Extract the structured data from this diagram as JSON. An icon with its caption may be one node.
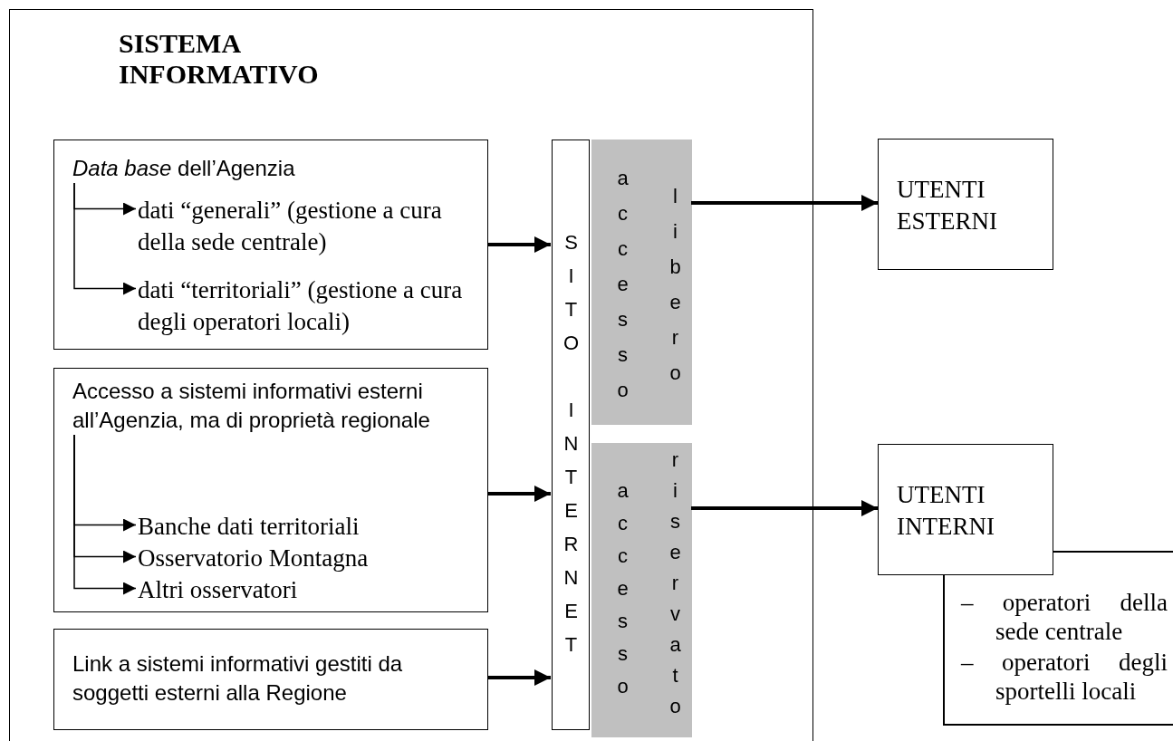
{
  "diagram": {
    "nodes": [
      {
        "text": [
          "SISTEMA INFORMATIVO"
        ]
      },
      {
        "text": [],
        "shape": "box",
        "in": 0
      },
      {
        "text": [
          "*Data base* dell’Agenzia"
        ],
        "in": 1
      },
      {
        "text": [
          "dati “generali” (gestione a cura della sede centrale)"
        ],
        "in": 1
      },
      {
        "text": [
          "dati “territoriali” (gestione a cura degli operatori locali)"
        ],
        "in": 1
      },
      {
        "text": [],
        "shape": "box",
        "in": 0
      },
      {
        "text": [
          "Accesso a sistemi informativi esterni all’Agenzia, ma di proprietà regionale"
        ],
        "in": 5
      },
      {
        "text": [
          "Banche dati territoriali"
        ],
        "in": 5
      },
      {
        "text": [
          "Osservatorio Montagna"
        ],
        "in": 5
      },
      {
        "text": [
          "Altri osservatori"
        ],
        "in": 5
      },
      {
        "text": [
          "Link a sistemi informativi gestiti da soggetti esterni alla Regione"
        ],
        "in": 0
      },
      {
        "text": [
          "SITO INTERNET"
        ],
        "in": 0
      },
      {
        "text": [
          "accesso",
          "libero"
        ],
        "in": 0
      },
      {
        "text": [
          "accesso",
          "riservato"
        ],
        "in": 0
      },
      {
        "text": [
          "UTENTI ESTERNI"
        ]
      },
      {
        "text": [
          "UTENTI INTERNI"
        ]
      },
      {
        "text": [
          "– operatori della sede centrale",
          "– operatori degli sportelli locali"
        ]
      }
    ],
    "edges": [
      {
        "from": 2,
        "to": 3,
        "arrow": "to"
      },
      {
        "from": 2,
        "to": 4,
        "arrow": "to"
      },
      {
        "from": 6,
        "to": 7,
        "arrow": "to"
      },
      {
        "from": 6,
        "to": 8,
        "arrow": "to"
      },
      {
        "from": 6,
        "to": 9,
        "arrow": "to"
      },
      {
        "from": 1,
        "to": 11,
        "arrow": "to",
        "style": "thick"
      },
      {
        "from": 5,
        "to": 11,
        "arrow": "to",
        "style": "thick"
      },
      {
        "from": 10,
        "to": 11,
        "arrow": "to",
        "style": "thick"
      },
      {
        "from": 12,
        "to": 14,
        "arrow": "to",
        "style": "thick"
      },
      {
        "from": 13,
        "to": 15,
        "arrow": "to",
        "style": "thick"
      }
    ]
  }
}
